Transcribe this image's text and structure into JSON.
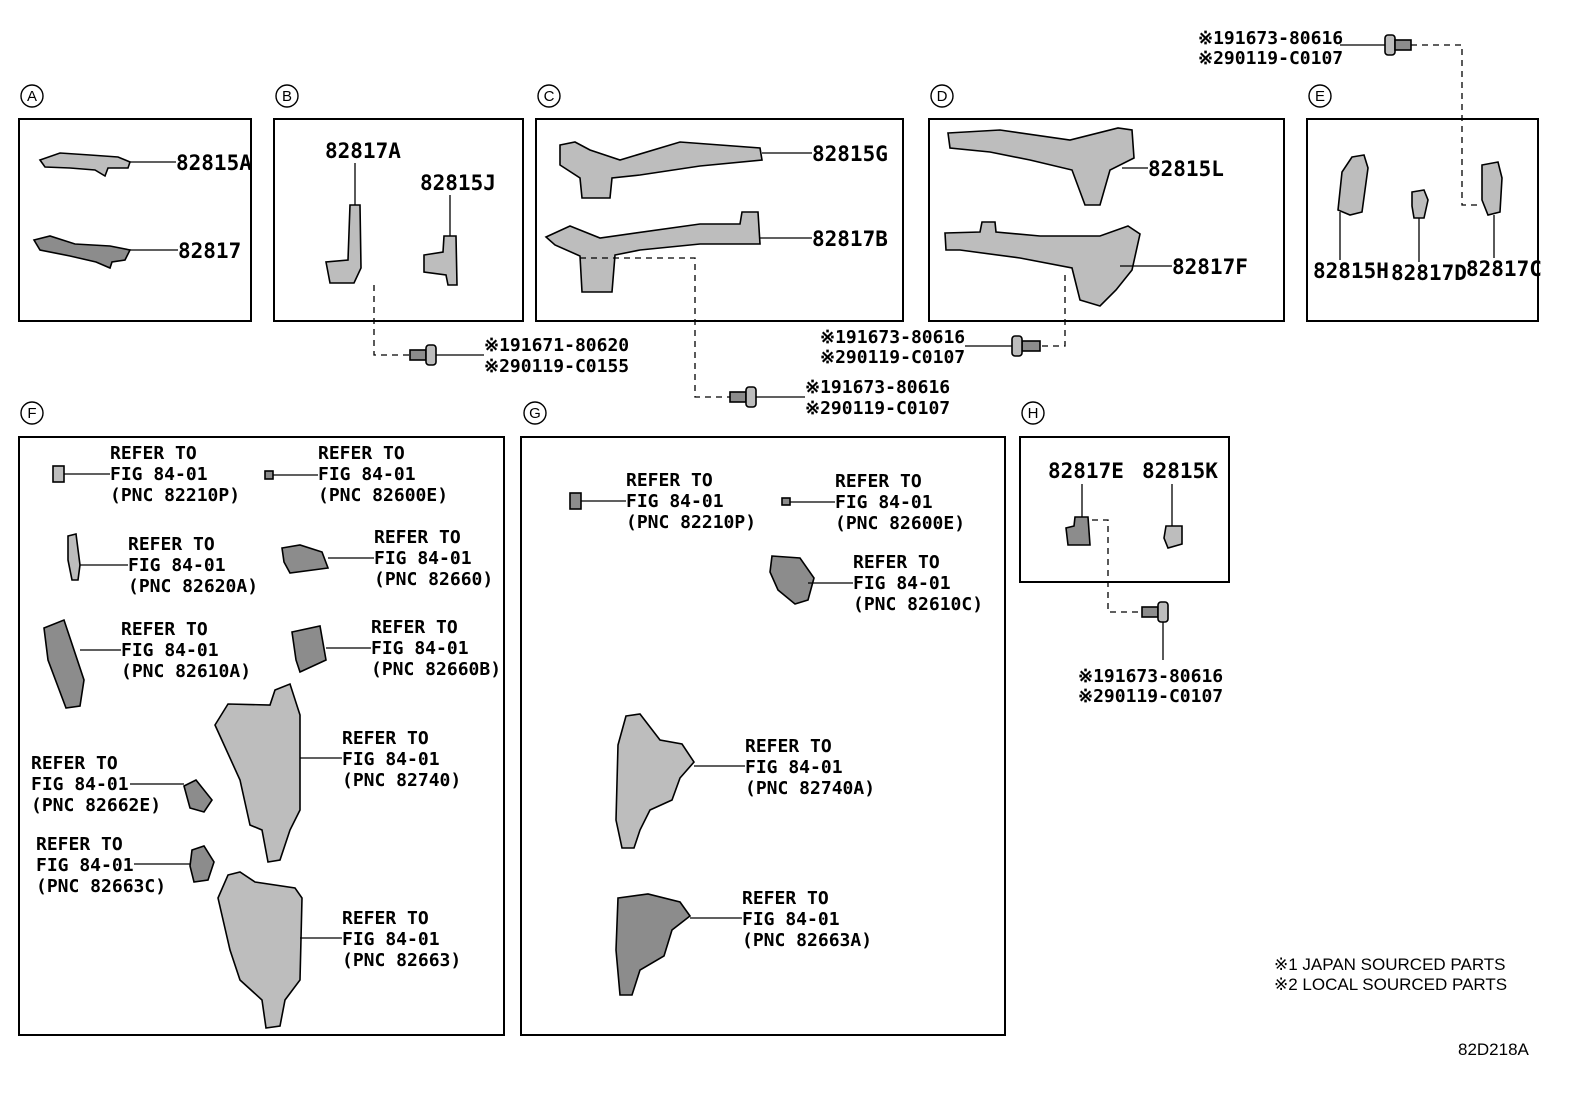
{
  "sections": {
    "A": "A",
    "B": "B",
    "C": "C",
    "D": "D",
    "E": "E",
    "F": "F",
    "G": "G",
    "H": "H"
  },
  "parts": {
    "p82815A": "82815A",
    "p82817": "82817",
    "p82817A": "82817A",
    "p82815J": "82815J",
    "p82815G": "82815G",
    "p82817B": "82817B",
    "p82815L": "82815L",
    "p82817F": "82817F",
    "p82815H": "82815H",
    "p82817D": "82817D",
    "p82817C": "82817C",
    "p82817E": "82817E",
    "p82815K": "82815K"
  },
  "fasteners": {
    "top": [
      "※191673-80616",
      "※290119-C0107"
    ],
    "b": [
      "※191671-80620",
      "※290119-C0155"
    ],
    "c": [
      "※191673-80616",
      "※290119-C0107"
    ],
    "d": [
      "※191673-80616",
      "※290119-C0107"
    ],
    "h": [
      "※191673-80616",
      "※290119-C0107"
    ]
  },
  "refer": {
    "line1": "REFER TO",
    "line2": "FIG 84-01",
    "f1": "(PNC 82210P)",
    "f2": "(PNC 82600E)",
    "f3": "(PNC 82620A)",
    "f4": "(PNC 82660)",
    "f5": "(PNC 82610A)",
    "f6": "(PNC 82660B)",
    "f7": "(PNC 82740)",
    "f8": "(PNC 82662E)",
    "f9": "(PNC 82663C)",
    "f10": "(PNC 82663)",
    "g1": "(PNC 82210P)",
    "g2": "(PNC 82600E)",
    "g3": "(PNC 82610C)",
    "g4": "(PNC 82740A)",
    "g5": "(PNC 82663A)"
  },
  "notes": {
    "n1": "※1 JAPAN SOURCED PARTS",
    "n2": "※2 LOCAL SOURCED PARTS"
  },
  "diagram_id": "82D218A"
}
